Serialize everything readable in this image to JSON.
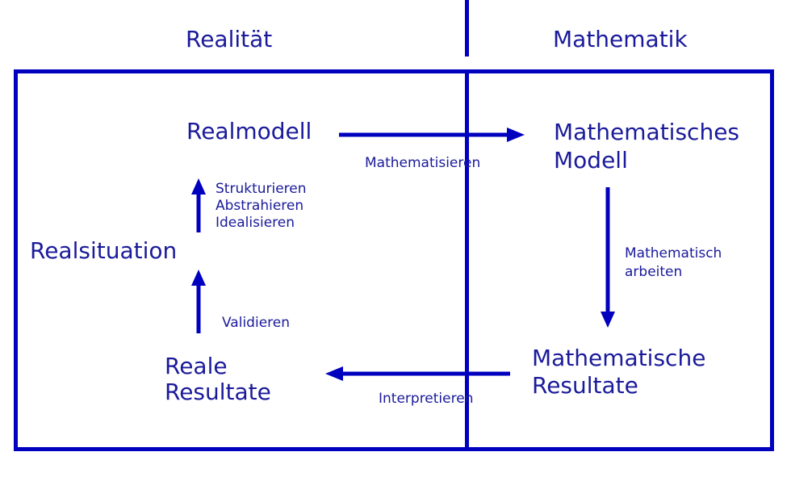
{
  "colors": {
    "line": "#0000bf",
    "text": "#1a1a9b",
    "background": "#ffffff"
  },
  "headers": {
    "left": "Realität",
    "right": "Mathematik"
  },
  "nodes": {
    "realmodell": "Realmodell",
    "mathematisches_modell": {
      "line1": "Mathematisches",
      "line2": "Modell"
    },
    "realsituation": "Realsituation",
    "reale_resultate": {
      "line1": "Reale",
      "line2": "Resultate"
    },
    "mathematische_resultate": {
      "line1": "Mathematische",
      "line2": "Resultate"
    }
  },
  "edges": {
    "mathematisieren": {
      "label": "Mathematisieren",
      "from": "Realmodell",
      "to": "Mathematisches Modell",
      "direction": "right"
    },
    "mathematisch_arbeiten": {
      "line1": "Mathematisch",
      "line2": "arbeiten",
      "from": "Mathematisches Modell",
      "to": "Mathematische Resultate",
      "direction": "down"
    },
    "interpretieren": {
      "label": "Interpretieren",
      "from": "Mathematische Resultate",
      "to": "Reale Resultate",
      "direction": "left"
    },
    "validieren": {
      "label": "Validieren",
      "from": "Reale Resultate",
      "to": "Realsituation",
      "direction": "up"
    },
    "strukturieren_abstrahieren_idealisieren": {
      "line1": "Strukturieren",
      "line2": "Abstrahieren",
      "line3": "Idealisieren",
      "from": "Realsituation",
      "to": "Realmodell",
      "direction": "up"
    }
  }
}
